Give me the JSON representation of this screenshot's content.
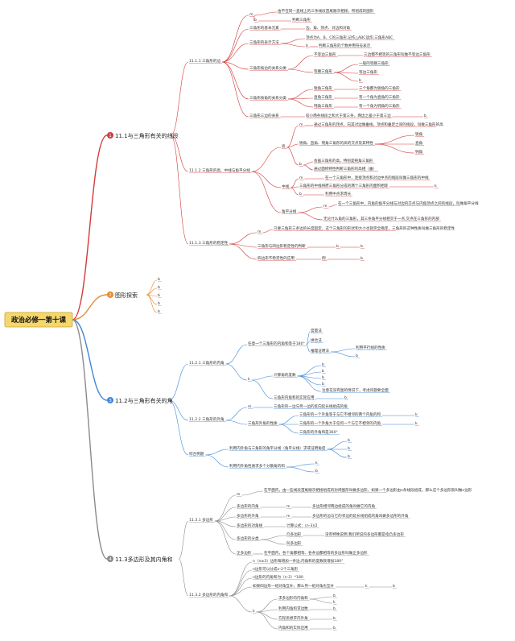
{
  "root": {
    "label": "政治必修一第十课"
  },
  "sections": [
    {
      "num": "1",
      "label": "11.1与三角形有关的线段",
      "color": "#d23a3a"
    },
    {
      "num": "2",
      "label": "图形探索",
      "color": "#e58a2e"
    },
    {
      "num": "3",
      "label": "11.2与三角形有关的角",
      "color": "#3f86d6"
    },
    {
      "num": "4",
      "label": "11.3多边形及其内角和",
      "color": "#8a8a8a"
    }
  ],
  "nodes": {
    "n1": "11.1.1 三角形的边",
    "n1a": "m",
    "n1a1": "由不在同一直线上的三条线段首尾顺次相接，所组成的图形",
    "n1a2": "b",
    "n1a3": "判断三角形",
    "n1b": "三角形的基本元素",
    "n1b1": "边、角、顶点、对边和对角",
    "n1c": "三角形的表示方法",
    "n1c1": "顶点为A、B、C的三角形,记作△ABC读作:三角形ABC",
    "n1c2": "b",
    "n1c3": "判断三角形的个数并用符号表示",
    "n1d": "三角形按边的关系分类",
    "n1d1": "不等边三角形",
    "n1d1a": "三边都不相等的三角形叫做不等边三角形",
    "n1d2": "等腰三角形",
    "n1d2a": "一般的等腰三角形",
    "n1d2b": "等边三角形",
    "n1d2c": "b",
    "n1e": "三角形按角的关系分类",
    "n1e1": "锐角三角形",
    "n1e1a": "三个角都为锐角的三角形",
    "n1e2": "直角三角形",
    "n1e2a": "有一个角为直角的三角形",
    "n1e3": "钝角三角形",
    "n1e3a": "有一个角为钝角的三角形",
    "n1f": "三角形三边的关系",
    "n1f1": "较小两条线段之和大于第三条，两边之差小于第三边",
    "n1f2": "b",
    "n2": "11.1.2 三角形的高、中线与角平分线",
    "n2a": "高",
    "n2a1": "m",
    "n2a1a": "通过三角形的顶点，向其对边做垂线，顶点和垂足之间的线段，叫做三角形的高",
    "n2a2": "锐角、直角、钝角三角形的高的交点及其特性",
    "n2a2a": "锐角",
    "n2a2b": "直角",
    "n2a2c": "钝角",
    "n2a3": "b",
    "n2a3a": "会画三角形的高，特别是钝角三角形",
    "n2a3b": "通过面积特性判断三角形的高相（垂）",
    "n2b": "中线",
    "n2b1": "m",
    "n2b1a": "在一个三角形中，连接顶点和对边中点的线段叫做三角形的中线",
    "n2b2": "三角形的中线将原三角形分成的两个三角形的面积相等",
    "n2b2a": "k",
    "n2b3": "b",
    "n2b3a": "利用中点求周长",
    "n2c": "角平分线",
    "n2c1": "m",
    "n2c1a": "在一个三角形中，内角的角平分线与对边的交点与内角顶点之间的线段，叫做角平分线",
    "n2c2": "无论什么角的三角形，其三条角平分线相交于一点,交点在三角形的内部",
    "n3": "11.1.3 三角形的稳定性",
    "n3a": "m",
    "n3a1": "只要三角形三条边的长度固定，这个三角形的形状和大小也就完全确定，三角形的这种性质叫做三角形的稳定性",
    "n3b": "三角形与四边形稳定性的判断",
    "n3b1": "b",
    "n3b2": "b",
    "n3c": "四边形不稳定性的应用",
    "n3c1": "例",
    "n3c2": "b",
    "g1": "b",
    "g2": "b",
    "g3": "b",
    "g4": "b",
    "g5": "b",
    "s1": "11.2.1 三角形的内角",
    "s1a": "任意一个三角形的内角和等于180°",
    "s1a1": "度量法",
    "s1a2": "拼合法",
    "s1a3": "推理证明法",
    "s1a3a": "利用平行线的性质",
    "s1a3b": "b",
    "s1b": "k",
    "s1b1": "计算角的度数",
    "s1b1a": "b",
    "s1b1b": "b",
    "s1b1c": "b",
    "s1b1d": "b",
    "s1b1e": "注意在没有图的情况下，考虑问题要全面",
    "s1b2": "三角形内角和的实际应用",
    "s1b2a": "b",
    "s2": "11.2.2 三角形的外角",
    "s2a": "m",
    "s2a1": "三角形的一边与另一边的反向延长线组成的角",
    "s2b": "三角形外角的性质",
    "s2b1": "三角形的一个外角等于与它不相邻的两个内角的和",
    "s2b1a": "k",
    "s2b2": "三角形的一个外角大于任何一个与它不相邻的内角",
    "s2b2a": "k",
    "s2b3": "三角形的外角和是360°",
    "s3": "综合例题",
    "s3a": "利用内外角与三角形的角平分线（角平分线）求或证明角度",
    "s3a1": "b",
    "s3a2": "b",
    "s3a3": "b",
    "s3b": "利用内外角性质求多个分散角的和",
    "s3b1": "k",
    "s3b2": "b",
    "p1": "11.3.1 多边形",
    "p1a": "m",
    "p1a1": "在平面内，由一些线段首尾顺次相接组成的封闭图形叫做多边形。如果一个多边形由n条线段组成，那么这个多边形就叫做n边形",
    "p1b": "多边形的内角",
    "p1b1": "m",
    "p1b2": "多边形相邻两边组成的角叫做它的内角",
    "p1c": "多边形的外角",
    "p1c1": "m",
    "p1c2": "多边形的边与它的邻边的延长线组成的角叫做多边形的外角",
    "p1d": "多边形的对角线",
    "p1d1": "计算公式：(n-3)/2",
    "p1e": "多边形的分类",
    "p1e1": "凸多边形",
    "p1e1a": "没有特殊说明,我们所说的多边形都是指凸多边形",
    "p1e2": "凹多边形",
    "p1f": "正多边形",
    "p1f1": "在平面内，各个角都相等、各条边都相等的多边形叫做正多边形",
    "p2": "11.3.2 多边形的内角和",
    "p2a": "n（n≥3）边形每增加一条边,内角和的度数就增加180°",
    "p2b": "n边形可以分成n-2个三角形",
    "p2c": "n边形的内角和为（n-2）*180",
    "p2d": "如果四边形一组对角互补，那么另一组对角也互补",
    "p2d1": "k",
    "p2d2": "b",
    "p2e": "k",
    "p2e1": "求多边形的内角和",
    "p2e1a": "b",
    "p2e1b": "k",
    "p2e2": "利用内角和求边数",
    "p2e2a": "b",
    "p2e3": "方程思想求内外角",
    "p2e3a": "b",
    "p2e4": "内角和的实际应用",
    "p2e4a": "b"
  }
}
